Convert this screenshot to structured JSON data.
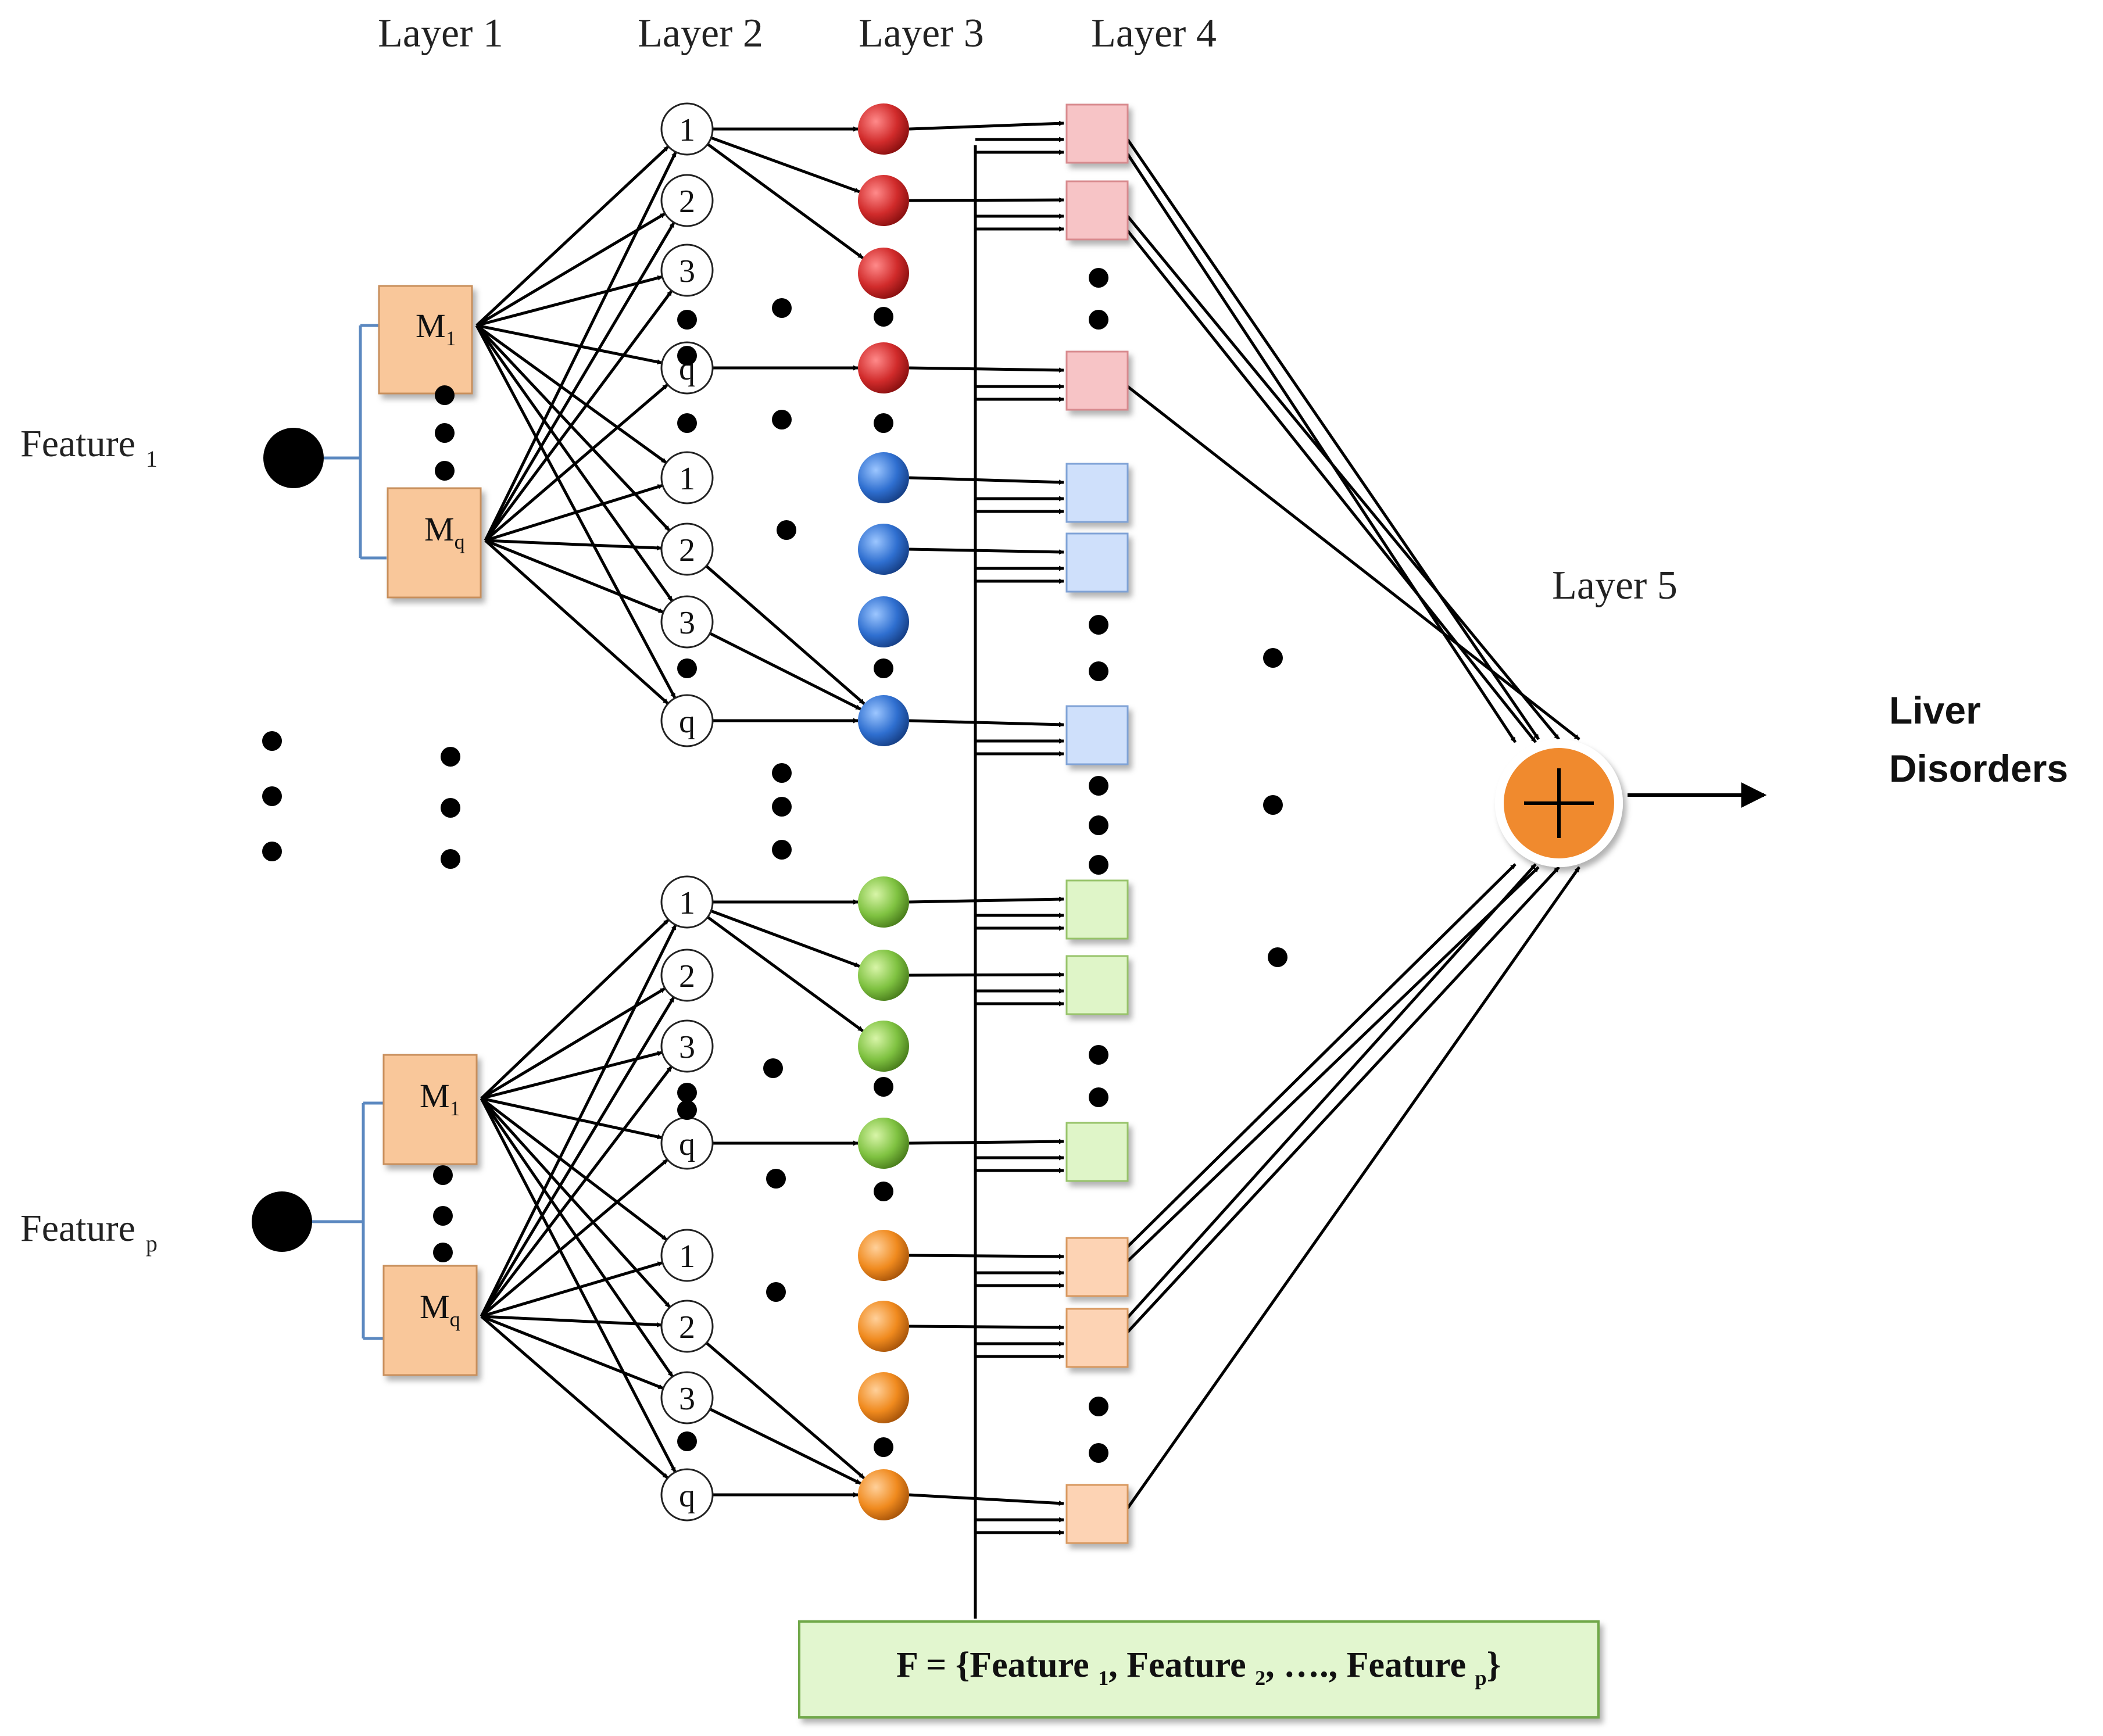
{
  "layers": {
    "layer1": "Layer 1",
    "layer2": "Layer 2",
    "layer3": "Layer 3",
    "layer4": "Layer 4",
    "layer5": "Layer 5"
  },
  "features": {
    "first": {
      "label": "Feature",
      "sub": "1"
    },
    "last": {
      "label": "Feature",
      "sub": "p"
    }
  },
  "membership": {
    "m_letter": "M",
    "first_sub": "1",
    "last_sub": "q"
  },
  "rule_nodes": [
    "1",
    "2",
    "3",
    "q"
  ],
  "output": {
    "line1": "Liver",
    "line2": "Disorders"
  },
  "formula": {
    "prefix": "F = {Feature ",
    "sub1": "1",
    "mid1": ", Feature ",
    "sub2": "2",
    "mid2": ", …., Feature ",
    "subp": "p",
    "suffix": "}"
  },
  "colors": {
    "red": "#d12b2b",
    "blue": "#2f6fd0",
    "green": "#7fc241",
    "orange": "#f08a1e",
    "pink_box": "#f7c4c6",
    "blue_box": "#cfe0fb",
    "green_box": "#dff5c8",
    "peach_box": "#fdd3b4",
    "m_box": "#f9c79a",
    "sum_node": "#f08a2e",
    "formula_box": "#e2f6cf"
  }
}
